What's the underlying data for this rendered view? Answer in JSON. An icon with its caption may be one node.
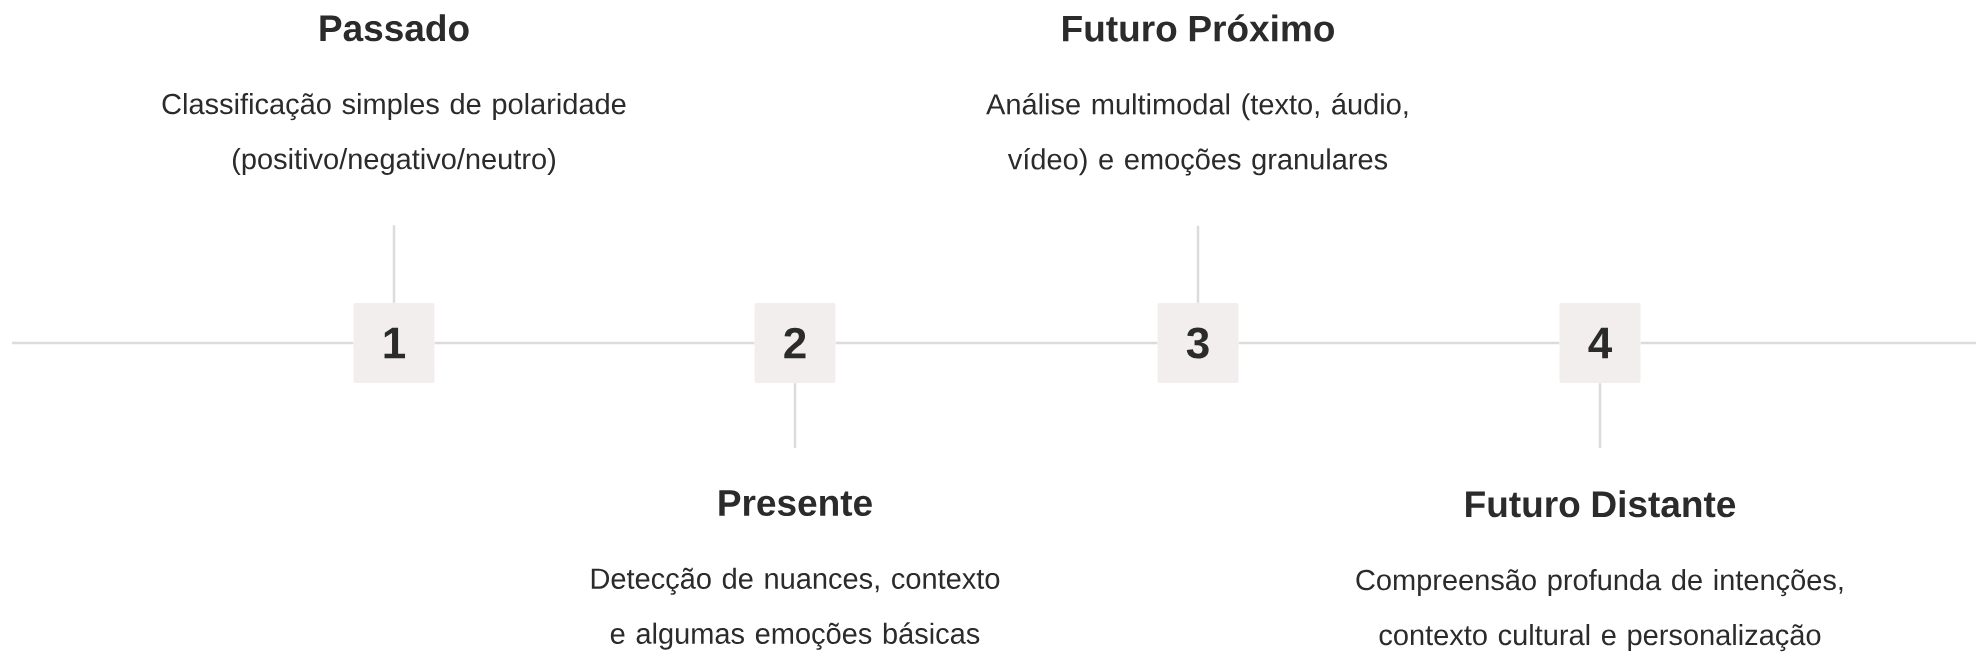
{
  "diagram": {
    "nodes": [
      {
        "text": [
          "Passado",
          "Classificação simples de polaridade (positivo/negativo/neutro)"
        ]
      },
      {
        "text": [
          "Futuro Próximo",
          "Análise multimodal (texto, áudio, vídeo) e emoções granulares"
        ]
      },
      {
        "text": [
          "1"
        ]
      },
      {
        "text": [
          "2"
        ]
      },
      {
        "text": [
          "3"
        ]
      },
      {
        "text": [
          "4"
        ]
      },
      {
        "text": [
          "Presente",
          "Detecção de nuances, contexto e algumas emoções básicas"
        ]
      },
      {
        "text": [
          "Futuro Distante",
          "Compreensão profunda de intenções, contexto cultural e personalização"
        ]
      }
    ],
    "edges": [
      {
        "from": null,
        "to": 2,
        "arrow": "none"
      },
      {
        "from": 2,
        "to": 3,
        "arrow": "none"
      },
      {
        "from": 3,
        "to": 4,
        "arrow": "none"
      },
      {
        "from": 4,
        "to": 5,
        "arrow": "none"
      },
      {
        "from": 5,
        "to": null,
        "arrow": "none"
      },
      {
        "from": 2,
        "to": 0,
        "arrow": "none"
      },
      {
        "from": 3,
        "to": 6,
        "arrow": "none"
      },
      {
        "from": 4,
        "to": 1,
        "arrow": "none"
      },
      {
        "from": 5,
        "to": 7,
        "arrow": "none"
      }
    ]
  }
}
